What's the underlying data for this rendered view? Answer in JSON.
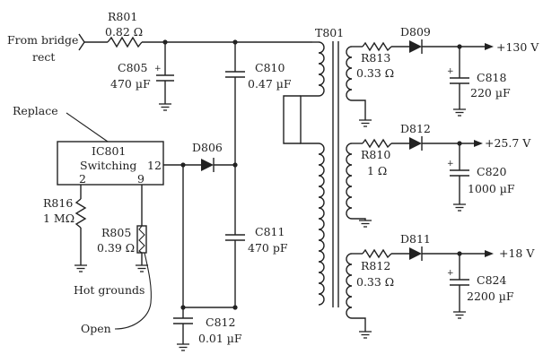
{
  "labels": {
    "input": [
      "From bridge",
      "rect"
    ],
    "replace": "Replace",
    "hot_grounds": "Hot grounds",
    "open": "Open",
    "transformer": "T801"
  },
  "ic": {
    "ref": "IC801",
    "function": "Switching",
    "pins": {
      "left": "2",
      "mid": "9",
      "right": "12"
    }
  },
  "components": {
    "R801": {
      "ref": "R801",
      "value": "0.82 Ω"
    },
    "C805": {
      "ref": "C805",
      "value": "470 µF"
    },
    "C810": {
      "ref": "C810",
      "value": "0.47 µF"
    },
    "D806": {
      "ref": "D806"
    },
    "C811": {
      "ref": "C811",
      "value": "470 pF"
    },
    "C812": {
      "ref": "C812",
      "value": "0.01 µF"
    },
    "R816": {
      "ref": "R816",
      "value": "1 MΩ"
    },
    "R805": {
      "ref": "R805",
      "value": "0.39 Ω"
    },
    "R813": {
      "ref": "R813",
      "value": "0.33 Ω"
    },
    "D809": {
      "ref": "D809"
    },
    "C818": {
      "ref": "C818",
      "value": "220 µF"
    },
    "R810": {
      "ref": "R810",
      "value": "1 Ω"
    },
    "D812": {
      "ref": "D812"
    },
    "C820": {
      "ref": "C820",
      "value": "1000 µF"
    },
    "R812": {
      "ref": "R812",
      "value": "0.33 Ω"
    },
    "D811": {
      "ref": "D811"
    },
    "C824": {
      "ref": "C824",
      "value": "2200 µF"
    }
  },
  "outputs": {
    "v130": "+130 V",
    "v25": "+25.7 V",
    "v18": "+18 V"
  },
  "polarity": "+"
}
